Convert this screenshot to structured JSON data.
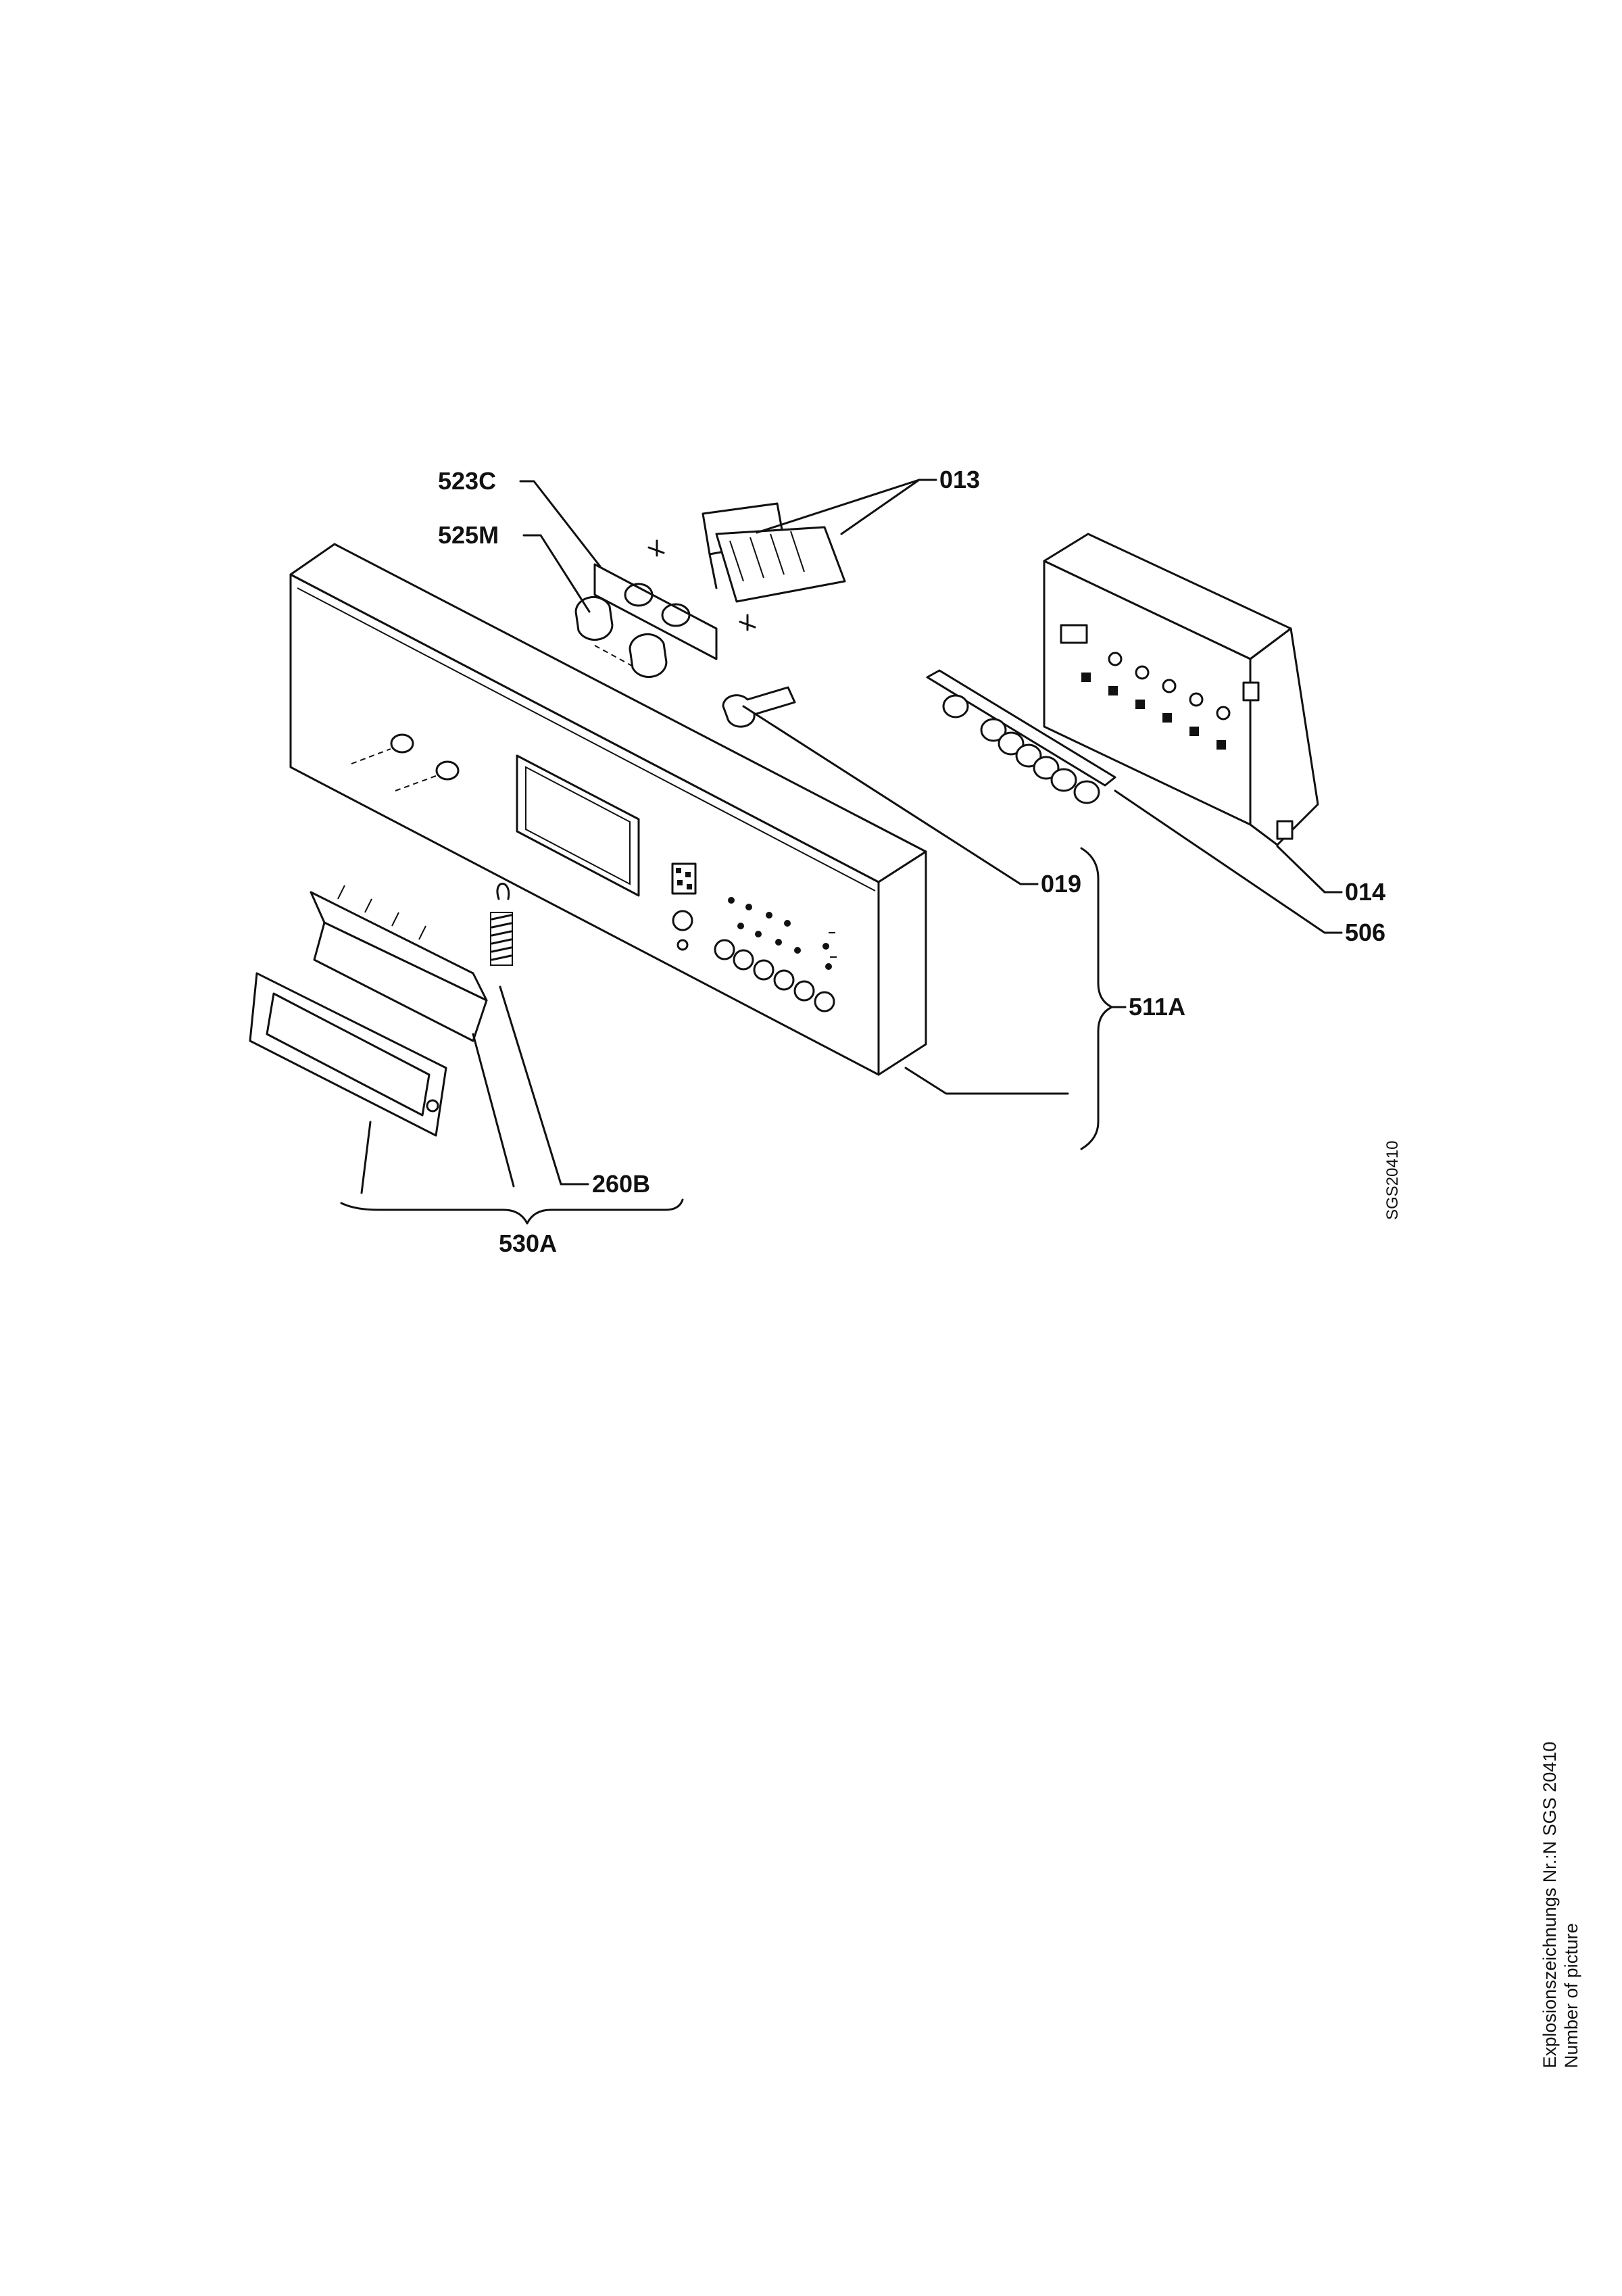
{
  "labels": {
    "p523c": "523C",
    "p525m": "525M",
    "p013": "013",
    "p014": "014",
    "p506": "506",
    "p019": "019",
    "p511a": "511A",
    "p260b": "260B",
    "p530a": "530A"
  },
  "drawing_id": "SGS20410",
  "footer": {
    "line1": "Explosionszeichnungs Nr.:N SGS 20410",
    "line2": "Number of picture"
  }
}
